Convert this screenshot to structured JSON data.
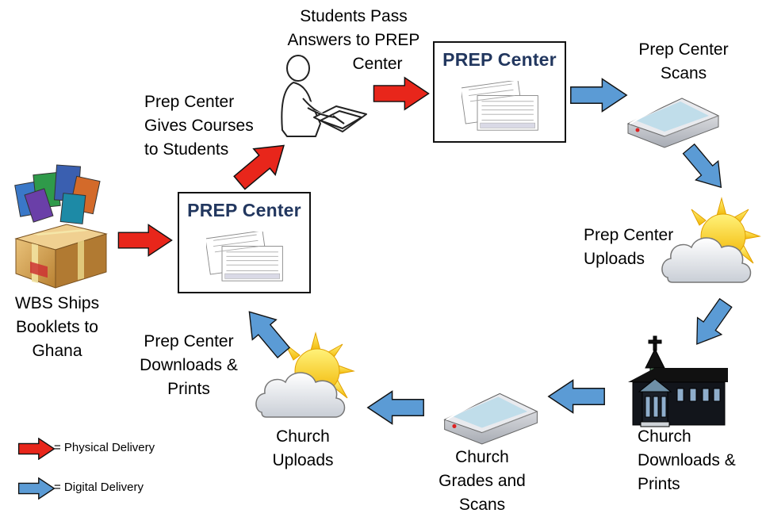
{
  "colors": {
    "physical_arrow": "#e8261b",
    "digital_arrow": "#5b9bd5",
    "prep_title": "#22375f"
  },
  "prep_center_boxes": [
    {
      "title": "PREP Center"
    },
    {
      "title": "PREP Center"
    }
  ],
  "steps": {
    "wbs_ships": {
      "lines": [
        "WBS Ships",
        "Booklets to",
        "Ghana"
      ]
    },
    "gives_courses": {
      "lines": [
        "Prep Center",
        "Gives Courses",
        "to Students"
      ]
    },
    "students_pass": {
      "lines": [
        "Students Pass",
        "Answers to PREP",
        "Center"
      ]
    },
    "prep_scans": {
      "lines": [
        "Prep Center",
        "Scans"
      ]
    },
    "prep_uploads": {
      "lines": [
        "Prep Center",
        "Uploads"
      ]
    },
    "church_downloads": {
      "lines": [
        "Church",
        "Downloads &",
        "Prints"
      ]
    },
    "church_grades": {
      "lines": [
        "Church",
        "Grades and",
        "Scans"
      ]
    },
    "church_uploads": {
      "lines": [
        "Church",
        "Uploads"
      ]
    },
    "prep_downloads": {
      "lines": [
        "Prep Center",
        "Downloads &",
        "Prints"
      ]
    }
  },
  "legend": {
    "physical": "= Physical Delivery",
    "digital": "= Digital Delivery"
  },
  "icons": {
    "booklets_box": "package-of-booklets-icon",
    "student": "student-writing-icon",
    "scanner": "scanner-icon",
    "cloud_sun": "cloud-sun-icon",
    "church": "church-icon",
    "form": "answer-sheet-icon"
  }
}
